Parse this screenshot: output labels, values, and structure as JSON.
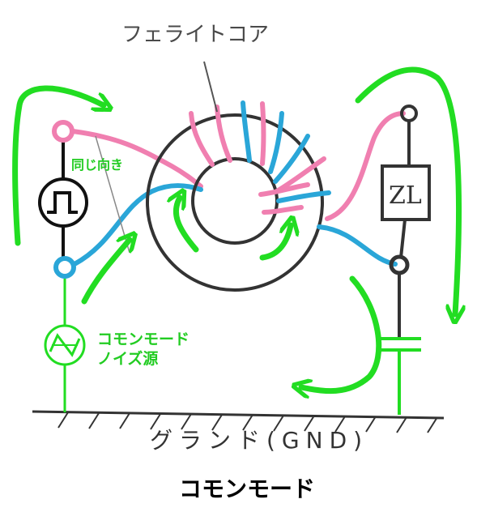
{
  "labels": {
    "core": "フェライトコア",
    "same_direction": "同じ向き",
    "noise_line1": "コモンモード",
    "noise_line2": "ノイズ源",
    "load": "ZL",
    "ground": "グランド(GND)",
    "caption": "コモンモード"
  },
  "icons": [
    "pulse-source-icon",
    "noise-source-icon",
    "capacitor-icon",
    "ground-icon"
  ],
  "colors": {
    "common_mode_arrow": "#22dd22",
    "signal_wire": "#f07fb0",
    "return_wire": "#2aa6d8",
    "core_outline": "#333333",
    "ink": "#222222"
  }
}
